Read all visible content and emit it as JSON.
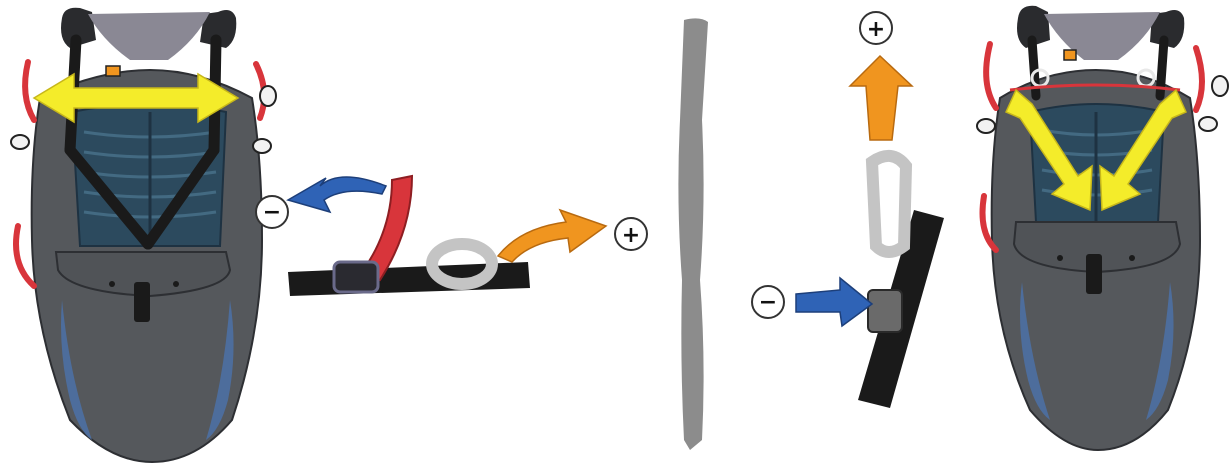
{
  "figure": {
    "left_panel": {
      "harness": "harness-left",
      "arrow_color": "#f4ec2a",
      "arrow_direction": "horizontal-both"
    },
    "left_strap_detail": {
      "decrease_arrow_color": "#2f63b6",
      "increase_arrow_color": "#f0951f",
      "decrease_symbol": "−",
      "increase_symbol": "+"
    },
    "divider": {
      "color": "#8c8c8c"
    },
    "right_strap_detail": {
      "increase_arrow_color": "#f0951f",
      "decrease_arrow_color": "#2f63b6",
      "increase_symbol": "+",
      "decrease_symbol": "−"
    },
    "right_panel": {
      "harness": "harness-right",
      "arrow_color": "#f4ec2a",
      "arrow_direction": "diagonal-converging-down"
    },
    "colors": {
      "harness_body": "#55585c",
      "harness_dark": "#3a3c40",
      "back_panel": "#2c4a5e",
      "blue_side": "#4d6d9c",
      "red_handle": "#d8353b",
      "strap_black": "#1a1a1a",
      "strap_gray": "#c4c4c4",
      "orange": "#f0951f",
      "blue_arrow": "#2f63b6",
      "yellow": "#f4ec2a"
    }
  }
}
